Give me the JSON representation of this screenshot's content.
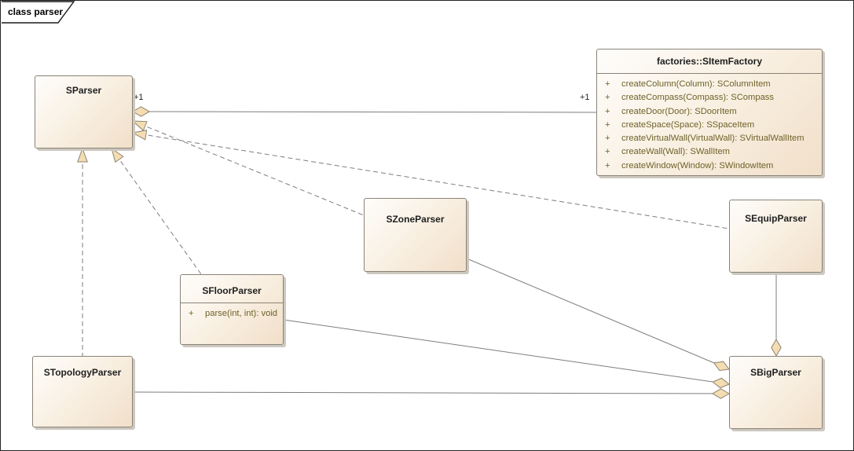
{
  "frame": {
    "title": "class parser"
  },
  "classes": {
    "sparser": {
      "name": "SParser"
    },
    "factory": {
      "name": "factories::SItemFactory",
      "methods": [
        {
          "vis": "+",
          "sig": "createColumn(Column): SColumnItem"
        },
        {
          "vis": "+",
          "sig": "createCompass(Compass): SCompass"
        },
        {
          "vis": "+",
          "sig": "createDoor(Door): SDoorItem"
        },
        {
          "vis": "+",
          "sig": "createSpace(Space): SSpaceItem"
        },
        {
          "vis": "+",
          "sig": "createVirtualWall(VirtualWall): SVirtualWallItem"
        },
        {
          "vis": "+",
          "sig": "createWall(Wall): SWallItem"
        },
        {
          "vis": "+",
          "sig": "createWindow(Window): SWindowItem"
        }
      ]
    },
    "szone": {
      "name": "SZoneParser"
    },
    "sequip": {
      "name": "SEquipParser"
    },
    "sfloor": {
      "name": "SFloorParser",
      "methods": [
        {
          "vis": "+",
          "sig": "parse(int, int): void"
        }
      ]
    },
    "stopology": {
      "name": "STopologyParser"
    },
    "sbig": {
      "name": "SBigParser"
    }
  },
  "labels": {
    "sparser_multiplicity": "+1",
    "factory_multiplicity": "+1"
  },
  "relationships": [
    {
      "from": "SParser",
      "to": "factories::SItemFactory",
      "type": "aggregation",
      "source_label": "+1",
      "target_label": "+1",
      "line": "solid"
    },
    {
      "from": "SZoneParser",
      "to": "SParser",
      "type": "realization",
      "line": "dashed"
    },
    {
      "from": "SEquipParser",
      "to": "SParser",
      "type": "realization",
      "line": "dashed"
    },
    {
      "from": "STopologyParser",
      "to": "SParser",
      "type": "realization",
      "line": "dashed"
    },
    {
      "from": "SFloorParser",
      "to": "SParser",
      "type": "realization",
      "line": "dashed"
    },
    {
      "from": "SBigParser",
      "to": "SZoneParser",
      "type": "aggregation",
      "line": "solid"
    },
    {
      "from": "SBigParser",
      "to": "SFloorParser",
      "type": "aggregation",
      "line": "solid"
    },
    {
      "from": "SBigParser",
      "to": "STopologyParser",
      "type": "aggregation",
      "line": "solid"
    },
    {
      "from": "SBigParser",
      "to": "SEquipParser",
      "type": "aggregation",
      "line": "solid"
    }
  ],
  "colors": {
    "box_border": "#8a8378",
    "box_fill_top": "#fefdfb",
    "box_fill_bottom": "#f1dfc9",
    "connector": "#7d7d7d",
    "arrowhead_fill": "#f3ddb1",
    "arrowhead_stroke": "#8d8274",
    "method_text": "#6e6128",
    "name_text": "#1f1f1f",
    "frame_border": "#262626"
  }
}
